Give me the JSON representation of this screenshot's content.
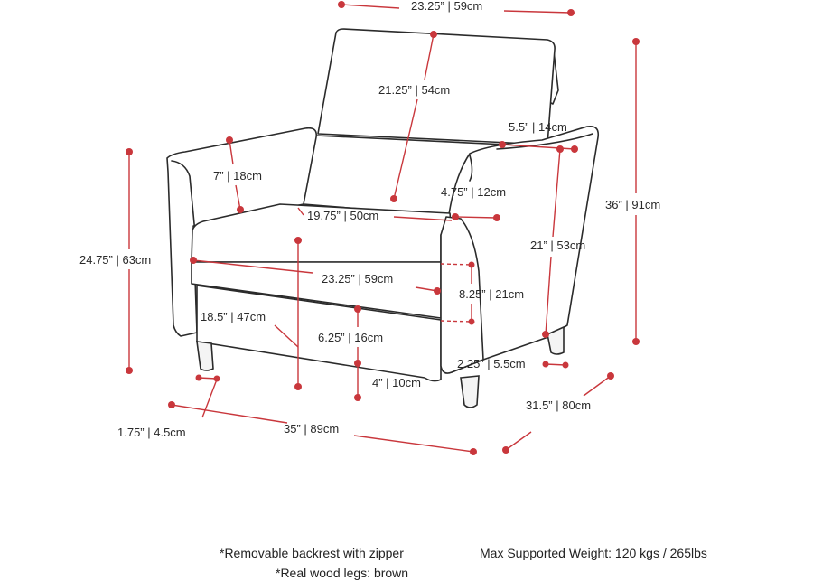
{
  "dimensions": {
    "top_width": "23.25” | 59cm",
    "back_height": "21.25” | 54cm",
    "arm_width": "5.5” | 14cm",
    "arm_drop": "7” | 18cm",
    "arm_inner": "4.75” | 12cm",
    "seat_depth": "19.75” | 50cm",
    "overall_height": "36” | 91cm",
    "arm_height": "24.75” | 63cm",
    "arm_side_height": "21” | 53cm",
    "seat_width": "23.25” | 59cm",
    "cushion_height": "8.25” | 21cm",
    "seat_height": "18.5” | 47cm",
    "base_height": "6.25” | 16cm",
    "leg_height": "4” | 10cm",
    "leg_width": "2.25” | 5.5cm",
    "overall_depth": "31.5” | 80cm",
    "overall_width": "35” | 89cm",
    "leg_front": "1.75” | 4.5cm"
  },
  "notes": {
    "backrest": "*Removable backrest with zipper",
    "legs": "*Real wood legs: brown",
    "max_weight": "Max Supported Weight: 120 kgs / 265lbs"
  },
  "colors": {
    "dimension_line": "#c9373c",
    "outline": "#2b2b2b",
    "background": "#ffffff"
  }
}
